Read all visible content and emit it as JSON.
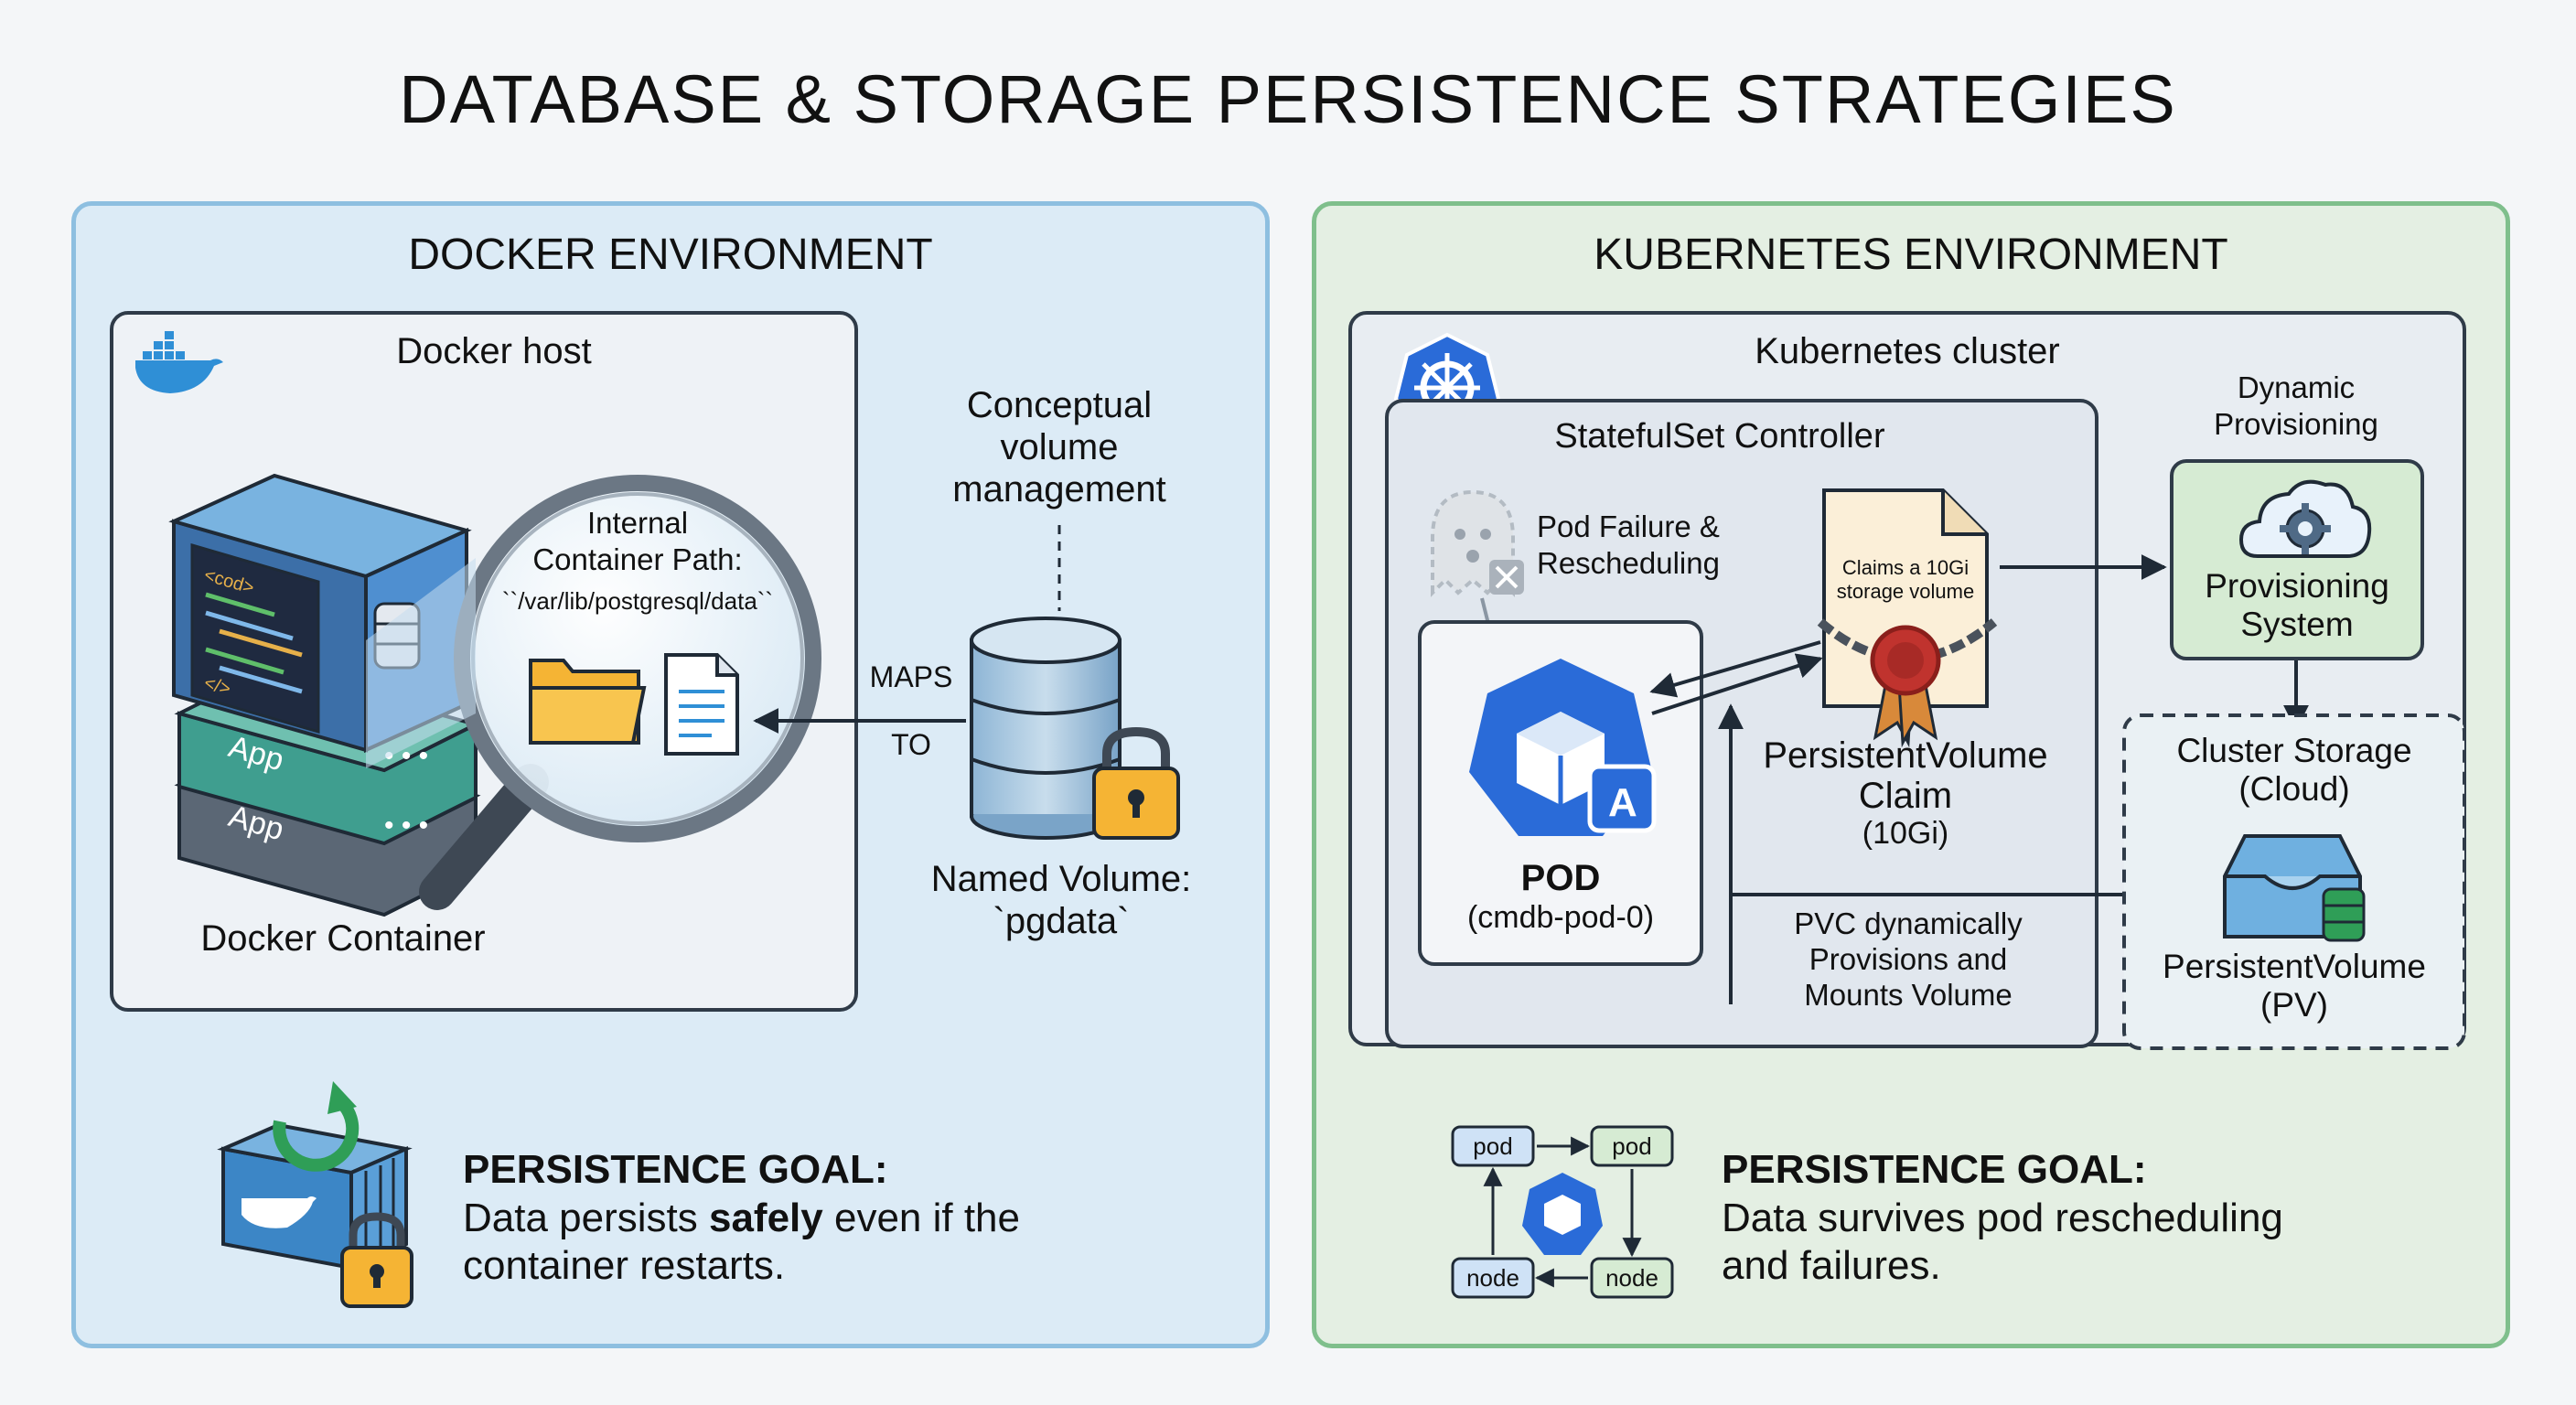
{
  "title": "DATABASE & STORAGE PERSISTENCE STRATEGIES",
  "docker": {
    "heading": "DOCKER ENVIRONMENT",
    "host_label": "Docker host",
    "conceptual_label": "Conceptual\nvolume\nmanagement",
    "internal_path_label": "Internal\nContainer Path:",
    "internal_path_value": "``/var/lib/postgresql/data``",
    "maps_label": "MAPS",
    "to_label": "TO",
    "container_label": "Docker Container",
    "app_label": "App",
    "code_tag": "<cod>",
    "code_close": "</>",
    "named_volume_label": "Named Volume:\n`pgdata`",
    "goal_heading": "PERSISTENCE GOAL:",
    "goal_text_before": "Data persists ",
    "goal_text_bold": "safely",
    "goal_text_after": " even if the\ncontainer restarts."
  },
  "k8s": {
    "heading": "KUBERNETES ENVIRONMENT",
    "cluster_label": "Kubernetes cluster",
    "statefulset_label": "StatefulSet Controller",
    "pod_failure_label": "Pod Failure &\nRescheduling",
    "pod_title": "POD",
    "pod_name": "(cmdb-pod-0)",
    "claim_doc_text": "Claims a 10Gi\nstorage volume",
    "pvc_label": "PersistentVolume\nClaim",
    "pvc_size": "(10Gi)",
    "dynamic_label": "Dynamic\nProvisioning",
    "provisioning_label": "Provisioning\nSystem",
    "cluster_storage_label": "Cluster Storage\n(Cloud)",
    "pv_label": "PersistentVolume\n(PV)",
    "pvc_mount_label": "PVC dynamically\nProvisions and\nMounts Volume",
    "cycle_pod": "pod",
    "cycle_node": "node",
    "goal_heading": "PERSISTENCE GOAL:",
    "goal_text": "Data survives pod rescheduling\nand failures."
  },
  "colors": {
    "docker_bg": "#dcebf6",
    "k8s_bg": "#e4efe3",
    "k8s_blue": "#2a6bd8",
    "docker_blue": "#2f8fd6",
    "accent_green": "#2f9e57",
    "folder_yellow": "#f5b434"
  }
}
